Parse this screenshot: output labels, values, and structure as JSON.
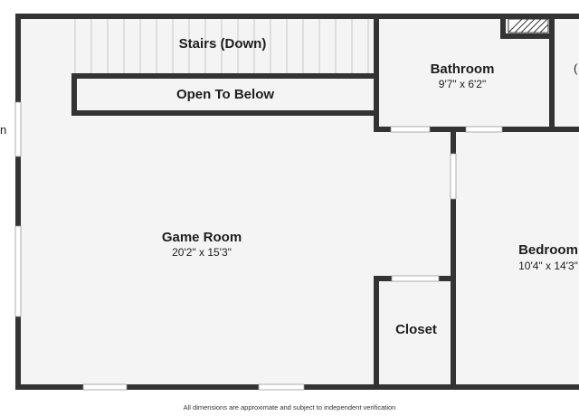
{
  "rooms": {
    "stairs": {
      "name": "Stairs (Down)"
    },
    "open_to_below": {
      "name": "Open To Below"
    },
    "bathroom": {
      "name": "Bathroom",
      "dimensions": "9'7\" x 6'2\""
    },
    "game_room": {
      "name": "Game Room",
      "dimensions": "20'2\" x 15'3\""
    },
    "bedroom": {
      "name": "Bedroom",
      "dimensions": "10'4\" x 14'3\""
    },
    "closet": {
      "name": "Closet"
    }
  },
  "cut_off_labels": {
    "left": "n",
    "right": "("
  },
  "footer": {
    "disclaimer": "All dimensions are approximate and subject to independent verification"
  },
  "colors": {
    "wall": "#333333",
    "floor": "#f4f4f4",
    "window": "#ffffff",
    "text": "#1e1e1e"
  }
}
